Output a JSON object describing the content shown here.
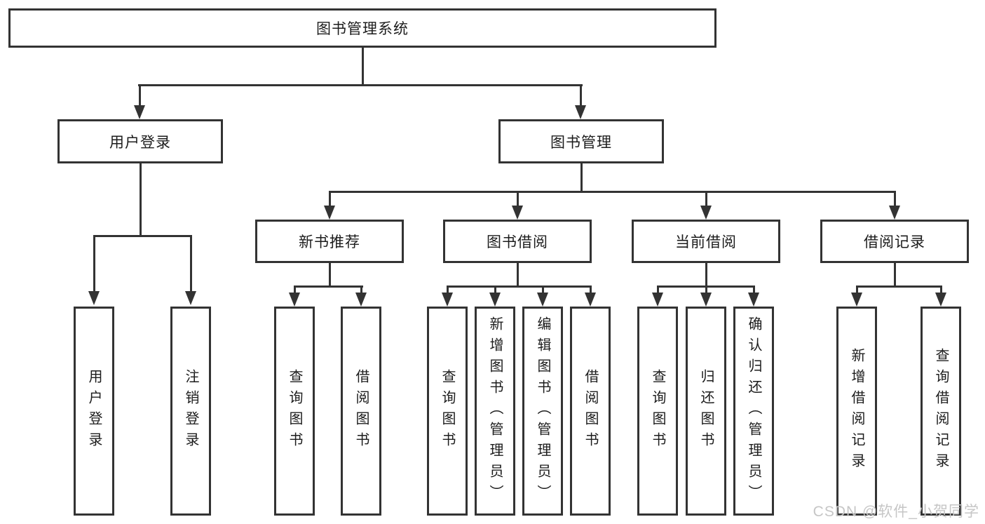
{
  "diagram": {
    "root": "图书管理系统",
    "level2": [
      "用户登录",
      "图书管理"
    ],
    "level3": [
      "新书推荐",
      "图书借阅",
      "当前借阅",
      "借阅记录"
    ],
    "leaves": {
      "user_login": [
        "用户登录",
        "注销登录"
      ],
      "new_book_rec": [
        "查询图书",
        "借阅图书"
      ],
      "book_borrow": [
        "查询图书",
        "新增图书（管理员）",
        "编辑图书（管理员）",
        "借阅图书"
      ],
      "current_borrow": [
        "查询图书",
        "归还图书",
        "确认归还（管理员）"
      ],
      "borrow_record": [
        "新增借阅记录",
        "查询借阅记录"
      ]
    }
  },
  "watermark": "CSDN @软件_小贺同学",
  "colors": {
    "line": "#333333",
    "text": "#1c1c1c",
    "background": "#ffffff",
    "watermark": "#c6c6c6"
  }
}
